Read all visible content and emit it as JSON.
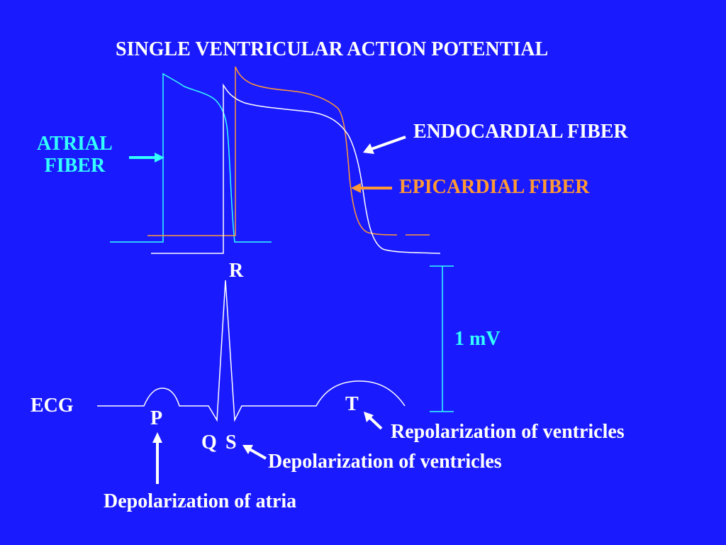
{
  "title": "SINGLE VENTRICULAR ACTION POTENTIAL",
  "labels": {
    "atrial_line1": "ATRIAL",
    "atrial_line2": "FIBER",
    "endocardial": "ENDOCARDIAL  FIBER",
    "epicardial": "EPICARDIAL  FIBER",
    "r": "R",
    "scale": "1 mV",
    "ecg": "ECG",
    "p": "P",
    "t": "T",
    "q": "Q",
    "s": "S",
    "repolarization_ventricles": "Repolarization of ventricles",
    "depolarization_ventricles": "Depolarization of ventricles",
    "depolarization_atria": "Depolarization of atria"
  },
  "colors": {
    "background": "#1a1aff",
    "white": "#ffffff",
    "atrial": "#33ffff",
    "epicardial": "#ff9933"
  }
}
